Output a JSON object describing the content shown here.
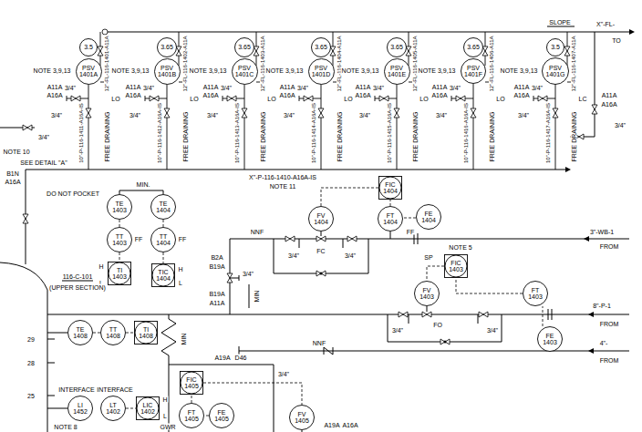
{
  "diagram": {
    "nodes": [
      {
        "text": [
          "3.5"
        ]
      },
      {
        "text": [
          "PSV 1401A"
        ]
      },
      {
        "text": [
          "3.65"
        ]
      },
      {
        "text": [
          "PSV 1401B"
        ]
      },
      {
        "text": [
          "3.65"
        ]
      },
      {
        "text": [
          "PSV 1401C"
        ]
      },
      {
        "text": [
          "3.65"
        ]
      },
      {
        "text": [
          "PSV 1401D"
        ]
      },
      {
        "text": [
          "3.65"
        ]
      },
      {
        "text": [
          "PSV 1401E"
        ]
      },
      {
        "text": [
          "3.65"
        ]
      },
      {
        "text": [
          "PSV 1401F"
        ]
      },
      {
        "text": [
          "3.5"
        ]
      },
      {
        "text": [
          "PSV 1401G"
        ]
      },
      {
        "text": [
          "FIC 1404"
        ]
      },
      {
        "text": [
          "TE 1403"
        ]
      },
      {
        "text": [
          "TE 1404"
        ]
      },
      {
        "text": [
          "FV 1404"
        ]
      },
      {
        "text": [
          "FT 1404"
        ]
      },
      {
        "text": [
          "FE 1404"
        ]
      },
      {
        "text": [
          "TT 1403"
        ]
      },
      {
        "text": [
          "TT 1404"
        ]
      },
      {
        "text": [
          "TI 1403"
        ]
      },
      {
        "text": [
          "TIC 1404"
        ]
      },
      {
        "text": [
          "FIC 1403"
        ]
      },
      {
        "text": [
          "FV 1403"
        ]
      },
      {
        "text": [
          "FT 1403"
        ]
      },
      {
        "text": [
          "TE 1408"
        ]
      },
      {
        "text": [
          "TT 1408"
        ]
      },
      {
        "text": [
          "TI 1408"
        ]
      },
      {
        "text": [
          "FE 1403"
        ]
      },
      {
        "text": [
          "FIC 1405"
        ]
      },
      {
        "text": [
          "LI 1452"
        ]
      },
      {
        "text": [
          "LT 1402"
        ]
      },
      {
        "text": [
          "LIC 1402"
        ]
      },
      {
        "text": [
          "FT 1405"
        ]
      },
      {
        "text": [
          "FE 1405"
        ]
      },
      {
        "text": [
          "FV 1405"
        ]
      }
    ],
    "edges": [
      {
        "from": 15,
        "to": 20,
        "arrow": "none"
      },
      {
        "from": 20,
        "to": 22,
        "arrow": "none"
      },
      {
        "from": 16,
        "to": 21,
        "arrow": "none"
      },
      {
        "from": 21,
        "to": 23,
        "arrow": "none"
      },
      {
        "from": 18,
        "to": 14,
        "arrow": "none"
      },
      {
        "from": 14,
        "to": 17,
        "arrow": "none"
      },
      {
        "from": 19,
        "to": 18,
        "arrow": "none"
      },
      {
        "from": 24,
        "to": 25,
        "arrow": "none"
      },
      {
        "from": 26,
        "to": 24,
        "arrow": "none"
      },
      {
        "from": 30,
        "to": 26,
        "arrow": "none"
      },
      {
        "from": 27,
        "to": 28,
        "arrow": "none"
      },
      {
        "from": 28,
        "to": 29,
        "arrow": "none"
      },
      {
        "from": 33,
        "to": 34,
        "arrow": "none"
      },
      {
        "from": 35,
        "to": 31,
        "arrow": "none"
      },
      {
        "from": 36,
        "to": 35,
        "arrow": "none"
      },
      {
        "from": 31,
        "to": 37,
        "arrow": "none"
      }
    ],
    "labels": [
      "SLOPE",
      "X\"-FL-",
      "TO",
      "NOTE 3,9,13",
      "A11A",
      "A16A",
      "3/4\"",
      "LO",
      "12\"-FL-116-1401-A11A",
      "10\"-P-116-1411-A16A-IS",
      "FREE DRAINING",
      "3/4\"",
      "NOTE 3,9,13",
      "A11A",
      "A16A",
      "3/4\"",
      "LO",
      "12\"-FL-116-1402-A11A",
      "10\"-P-116-1412-A16A-IS",
      "FREE DRAINING",
      "3/4\"",
      "NOTE 3,9,13",
      "A11A",
      "A16A",
      "3/4\"",
      "LO",
      "12\"-FL-116-1403-A11A",
      "10\"-P-116-1413-A16A-IS",
      "FREE DRAINING",
      "3/4\"",
      "NOTE 3,9,13",
      "A11A",
      "A16A",
      "3/4\"",
      "LO",
      "12\"-FL-116-1404-A11A",
      "10\"-P-116-1414-A16A-IS",
      "FREE DRAINING",
      "3/4\"",
      "NOTE 3,9,13",
      "A11A",
      "A16A",
      "3/4\"",
      "LO",
      "12\"-FL-116-1405-A11A",
      "10\"-P-116-1415-A16A-IS",
      "FREE DRAINING",
      "3/4\"",
      "NOTE 3,9,13",
      "A11A",
      "A16A",
      "3/4\"",
      "LO",
      "12\"-FL-116-1406-A11A",
      "10\"-P-116-1416-A16A-IS",
      "FREE DRAINING",
      "3/4\"",
      "NOTE 3,9,13",
      "A11A",
      "A16A",
      "3/4\"",
      "LC",
      "12\"-FL-116-1407-A11A",
      "10\"-P-116-1417-A16A-IS",
      "FREE DRAINING",
      "3/4\"",
      "A11A",
      "A16A",
      "3/4\"",
      "NOTE 10",
      "3/4\"",
      "SEE DETAIL \"A\"",
      "B1N",
      "A16A",
      "X\"-P-116-1410-A16A-IS",
      "NOTE 11",
      "DO NOT POCKET",
      "MIN.",
      "FF",
      "FF",
      "H",
      "L",
      "H",
      "L",
      "116-C-101",
      "(UPPER SECTION)",
      "NNF",
      "B2A",
      "B19A",
      "B19A",
      "A11A",
      "3/4\"",
      "MIN",
      "FC",
      "3/4\"",
      "3/4\"",
      "FF",
      "NOTE 5",
      "3\"-WB-1",
      "FROM",
      "SP",
      "FO",
      "3/4\"",
      "3/4\"",
      "8\"-P-1",
      "FROM",
      "4\"-",
      "FROM",
      "NNF",
      "3/4\"",
      "MIN",
      "A19A",
      "D46",
      "29",
      "28",
      "25",
      "INTERFACE",
      "INTERFACE",
      "H",
      "L",
      "GWR",
      "NOTE 8",
      "A19A",
      "A16A"
    ]
  }
}
